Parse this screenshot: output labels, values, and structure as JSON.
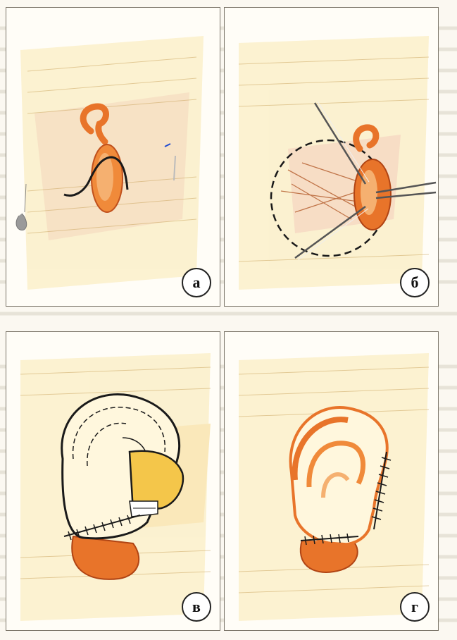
{
  "figure": {
    "panels": [
      {
        "id": "a",
        "label": "а"
      },
      {
        "id": "b",
        "label": "б"
      },
      {
        "id": "v",
        "label": "в"
      },
      {
        "id": "g",
        "label": "г"
      }
    ]
  },
  "colors": {
    "skin_orange": "#e8742a",
    "skin_yellow": "#f4c64a",
    "pencil_brown": "#b35a2a",
    "suture_black": "#1a1a1a",
    "paper": "#fffdf7"
  }
}
